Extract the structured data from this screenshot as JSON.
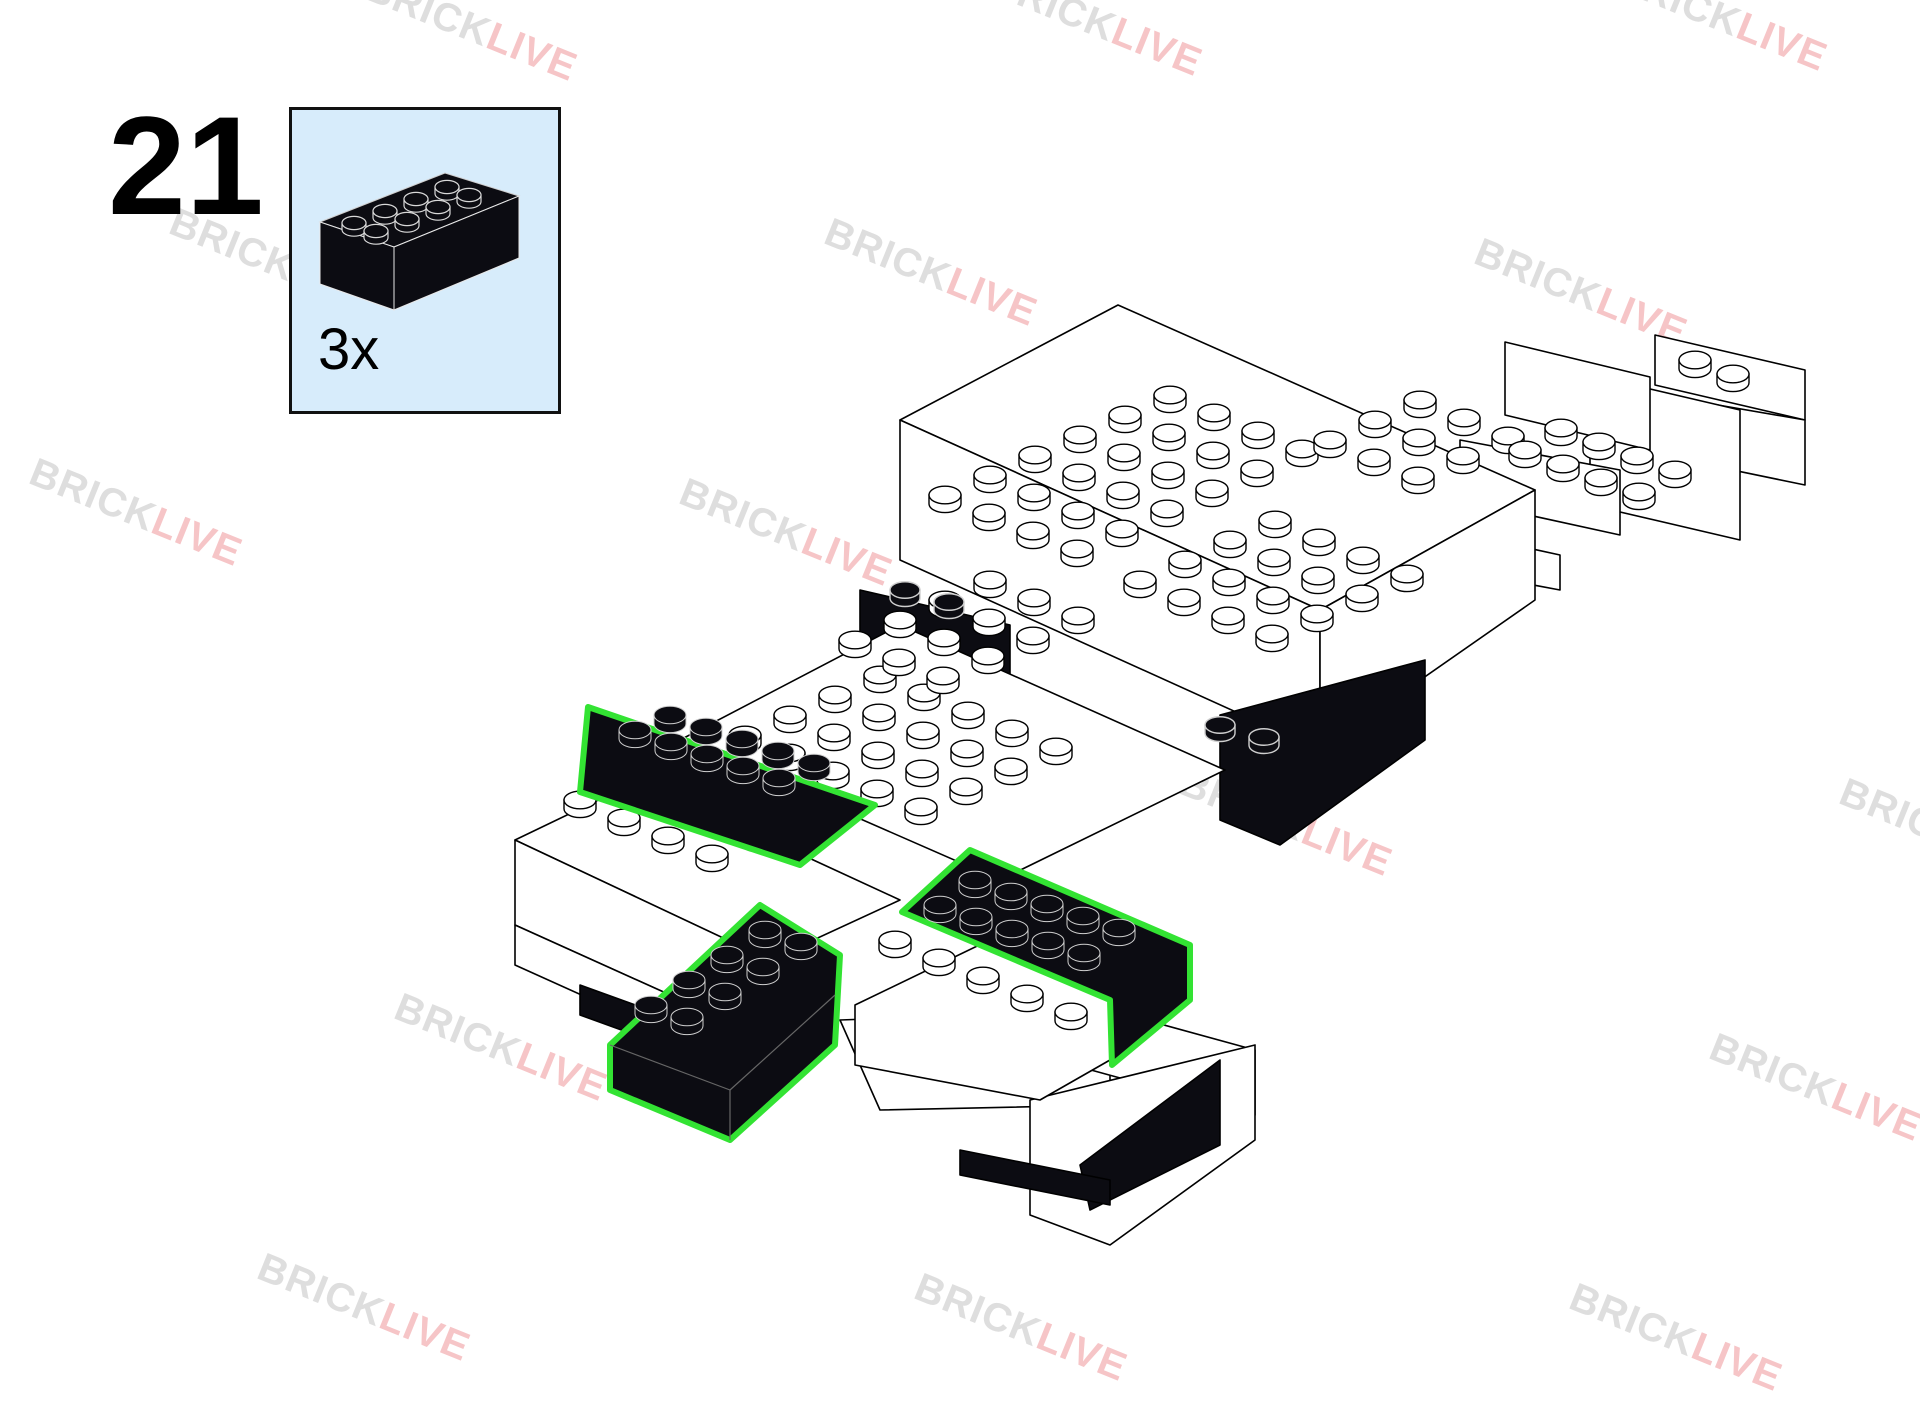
{
  "step": {
    "number": "21"
  },
  "parts_list": {
    "items": [
      {
        "part": "2x4 brick",
        "color": "black",
        "quantity": "3x"
      }
    ]
  },
  "watermark": {
    "brand_a": "BRICK",
    "brand_b": "LIVE"
  },
  "colors": {
    "background": "#ffffff",
    "parts_box": "#d7ecfb",
    "brick_white": "#ffffff",
    "brick_black": "#0c0c12",
    "highlight": "#33e333"
  },
  "icons": [
    "black-2x4-brick-icon",
    "brick-model-illustration"
  ]
}
